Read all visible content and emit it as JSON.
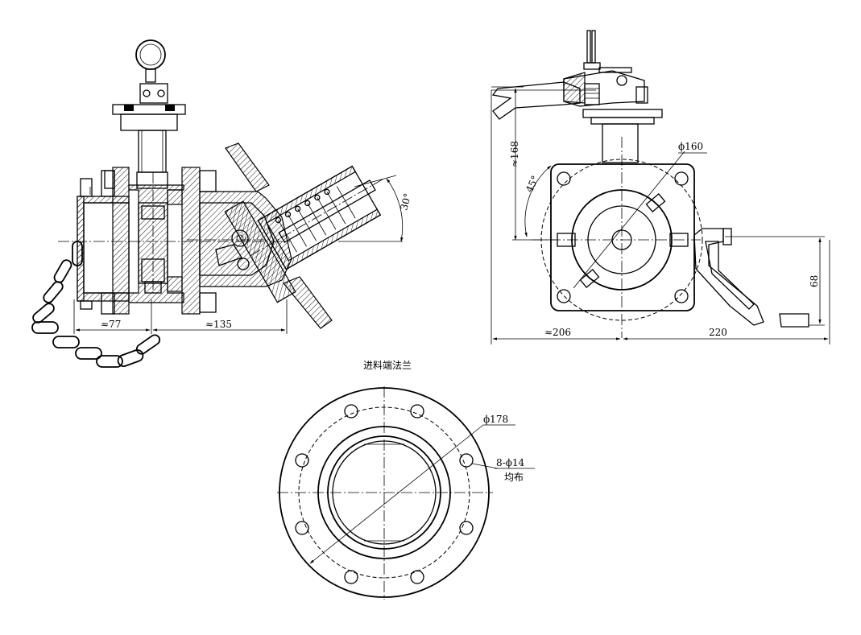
{
  "side_view": {
    "dim_left": "≈77",
    "dim_right": "≈135",
    "angle": "30°"
  },
  "front_view": {
    "dim_height": "≈168",
    "dim_diameter": "ϕ160",
    "angle": "45°",
    "dim_width_left": "≈206",
    "dim_width_right": "220",
    "dim_vertical": "68"
  },
  "flange_view": {
    "caption": "进料端法兰",
    "dim_diameter": "ϕ178",
    "holes": "8-ϕ14",
    "holes_note": "均布"
  }
}
